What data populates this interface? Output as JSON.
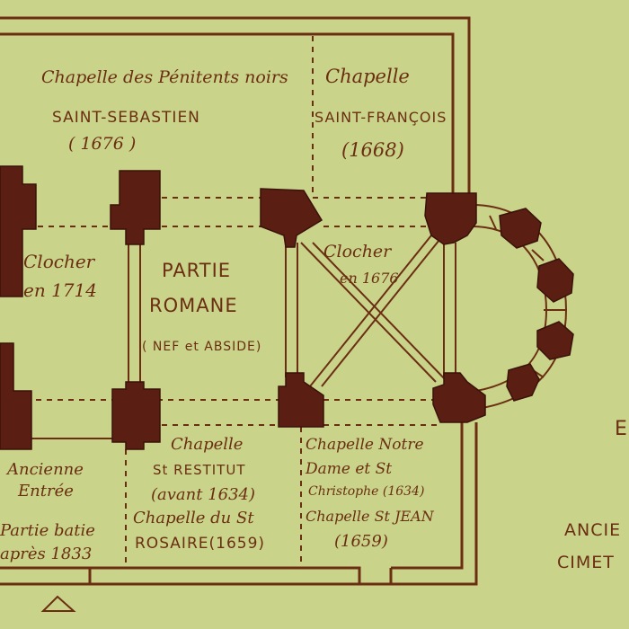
{
  "labels": {
    "penitents": "Chapelle des Pénitents noirs",
    "sebastien": "SAINT-SEBASTIEN",
    "sebastien_year": "( 1676 )",
    "francois_1": "Chapelle",
    "francois_2": "SAINT-FRANÇOIS",
    "francois_year": "(1668)",
    "clocher1714_1": "Clocher",
    "clocher1714_2": "en 1714",
    "romane_1": "PARTIE",
    "romane_2": "ROMANE",
    "romane_3": "( NEF et ABSIDE)",
    "clocher1676_1": "Clocher",
    "clocher1676_2": "en 1676",
    "restitut_1": "Chapelle",
    "restitut_2": "St RESTITUT",
    "restitut_3": "(avant 1634)",
    "restitut_4": "Chapelle du St",
    "restitut_5": "ROSAIRE(1659)",
    "notredame_1": "Chapelle Notre",
    "notredame_2": "Dame et St",
    "notredame_3": "Christophe (1634)",
    "notredame_4": "Chapelle St JEAN",
    "notredame_5": "(1659)",
    "entree_1": "Ancienne",
    "entree_2": "Entrée",
    "batie_1": "Partie batie",
    "batie_2": "après 1833",
    "cimetiere_1": "ANCIE",
    "cimetiere_2": "CIMET",
    "edge_letter": "E"
  },
  "colors": {
    "background": "#c9d48a",
    "ink": "#6b2e12",
    "pier": "#5a1f12"
  }
}
